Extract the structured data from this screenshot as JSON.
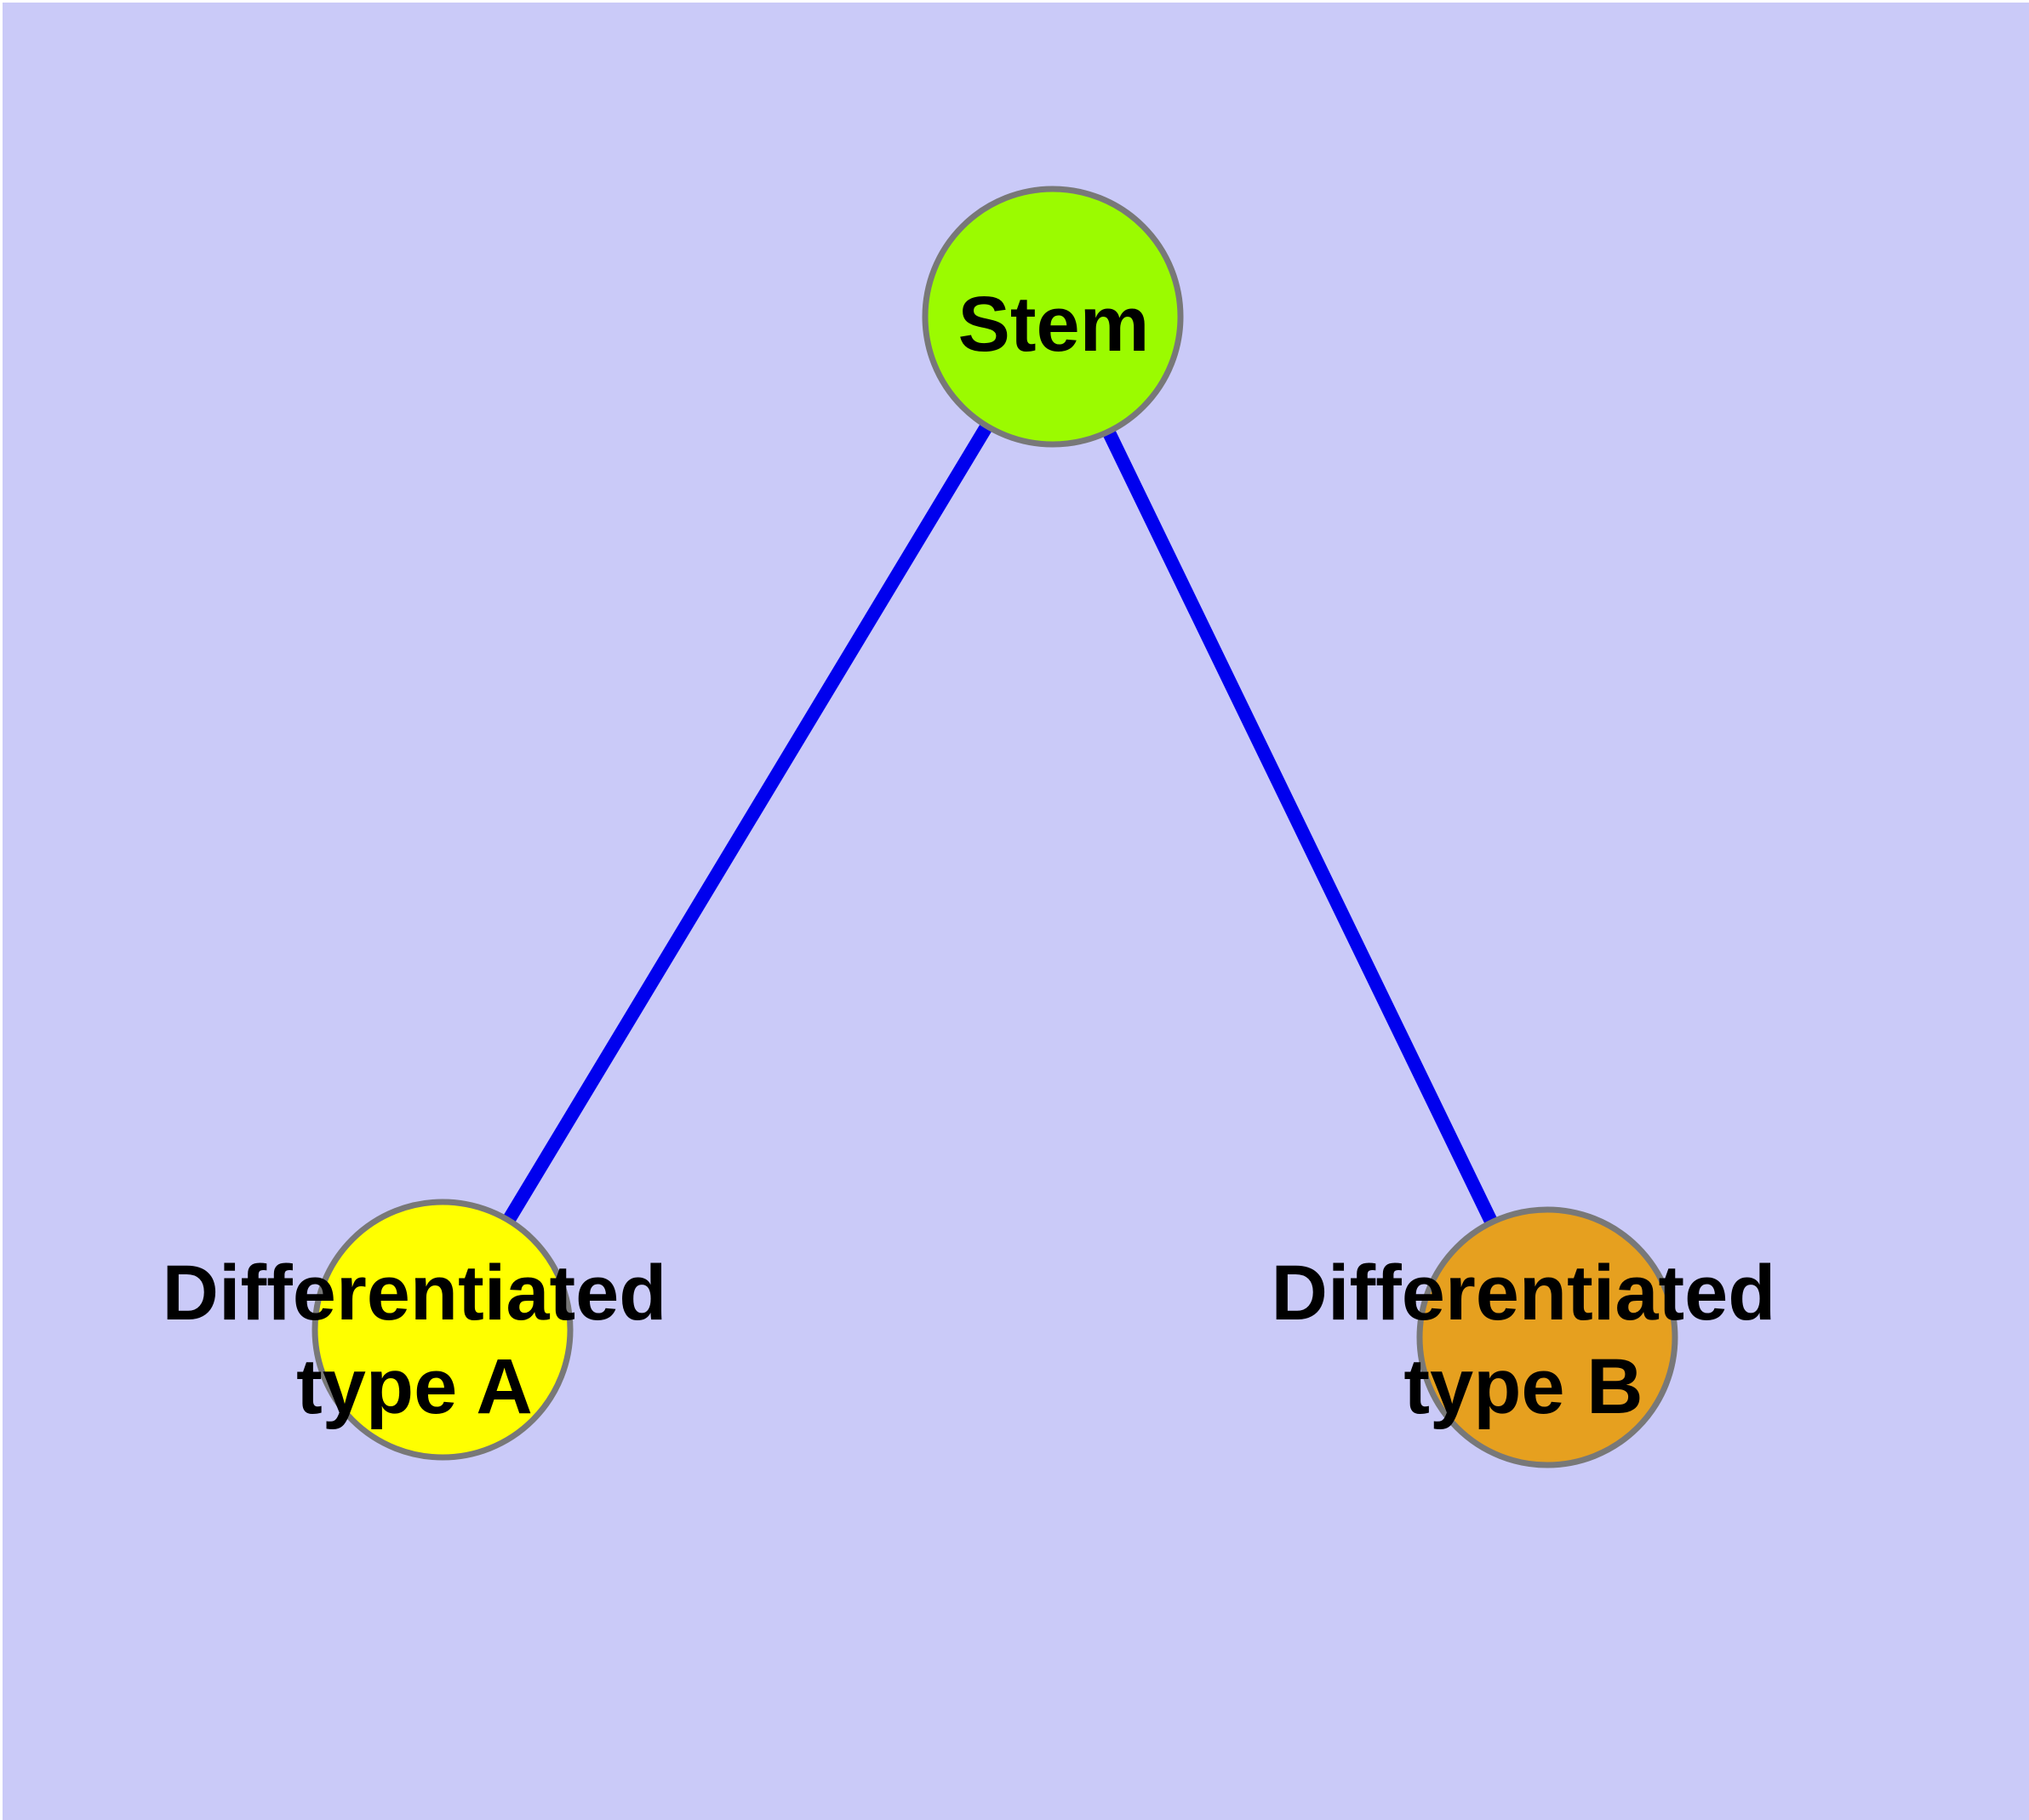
{
  "diagram": {
    "colors": {
      "background": "#CACAF8",
      "frame": "#FFFFFF",
      "node_border": "#787878",
      "edge": "#0000EE",
      "label_text": "#000000"
    },
    "nodes": [
      {
        "id": "stem",
        "label": "Stem",
        "fill": "#9BFB00"
      },
      {
        "id": "differentiated-type-a",
        "label_line1": "Differentiated",
        "label_line2": "type A",
        "fill": "#FFFF00"
      },
      {
        "id": "differentiated-type-b",
        "label_line1": "Differentiated",
        "label_line2": "type B",
        "fill": "#E6A01F"
      }
    ],
    "edges": [
      {
        "id": "stem-to-type-a",
        "from": "stem",
        "to": "differentiated-type-a",
        "color": "#0000EE"
      },
      {
        "id": "stem-to-type-b",
        "from": "stem",
        "to": "differentiated-type-b",
        "color": "#0000EE"
      }
    ]
  }
}
